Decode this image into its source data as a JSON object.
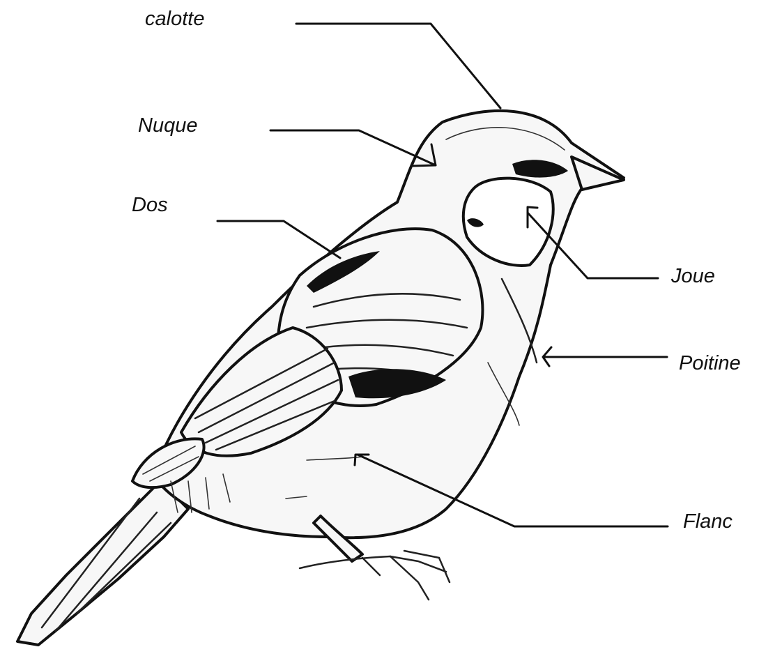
{
  "diagram": {
    "subject": "bird-illustration",
    "colors": {
      "ink": "#111111",
      "paper": "#ffffff",
      "plumage_fill": "#f7f7f7"
    },
    "labels": [
      {
        "id": "calotte",
        "text": "calotte"
      },
      {
        "id": "nuque",
        "text": "Nuque"
      },
      {
        "id": "dos",
        "text": "Dos"
      },
      {
        "id": "joue",
        "text": "Joue"
      },
      {
        "id": "poitine",
        "text": "Poitine"
      },
      {
        "id": "flanc",
        "text": "Flanc"
      }
    ]
  }
}
